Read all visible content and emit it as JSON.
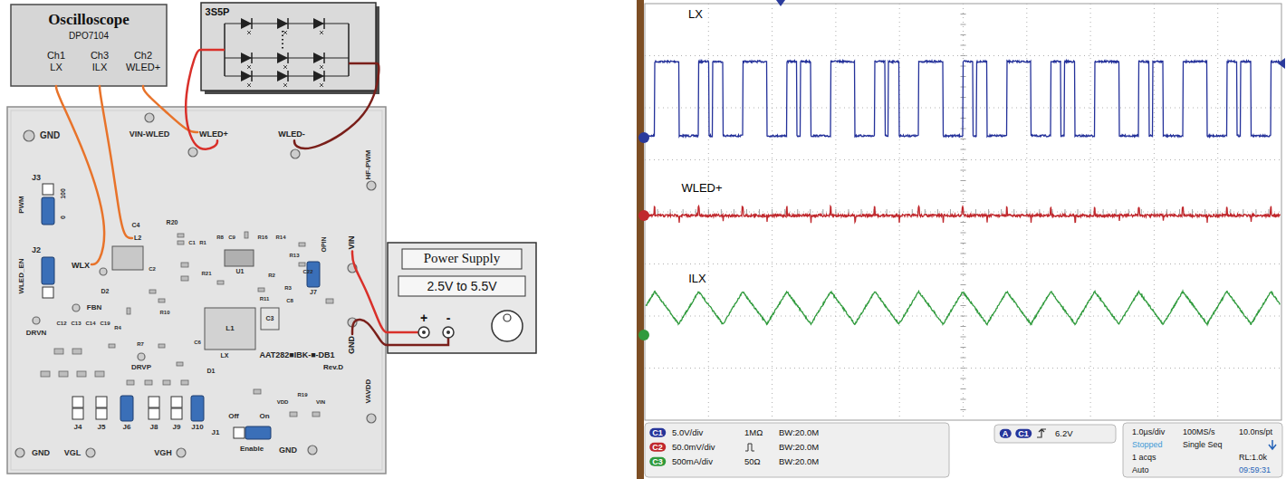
{
  "diagram": {
    "nodes": [
      {
        "text": [
          "Oscilloscope",
          "DPO7104",
          "Ch1 LX",
          "Ch3 ILX",
          "Ch2 WLED+"
        ]
      },
      {
        "text": [
          "3S5P"
        ]
      },
      {
        "text": [
          "AAT282■IBK-■-DB1",
          "Rev.D"
        ]
      },
      {
        "text": [
          "WLX"
        ],
        "in": 2
      },
      {
        "text": [
          "L2"
        ],
        "in": 2
      },
      {
        "text": [
          "WLED+"
        ],
        "in": 2
      },
      {
        "text": [
          "WLED-"
        ],
        "in": 2
      },
      {
        "text": [
          "VIN"
        ],
        "in": 2
      },
      {
        "text": [
          "GND"
        ],
        "in": 2
      },
      {
        "text": [
          "Power Supply",
          "2.5V to 5.5V",
          "+",
          "-"
        ]
      }
    ],
    "edges": [
      {
        "from": 0,
        "to": 3,
        "arrow": "none"
      },
      {
        "from": 0,
        "to": 4,
        "arrow": "none"
      },
      {
        "from": 0,
        "to": 5,
        "arrow": "none"
      },
      {
        "from": 1,
        "to": 5,
        "arrow": "none"
      },
      {
        "from": 1,
        "to": 6,
        "arrow": "none"
      },
      {
        "from": 9,
        "to": 7,
        "arrow": "none"
      },
      {
        "from": 9,
        "to": 8,
        "arrow": "none"
      }
    ],
    "labels": [
      "GND",
      "VIN-WLED",
      "HF-PWM",
      "J3",
      "100",
      "0",
      "PWM",
      "J2",
      "WLED_EN",
      "C4",
      "R20",
      "C1",
      "R1",
      "R8",
      "C9",
      "R16",
      "R14",
      "R13",
      "C22",
      "R21",
      "U1",
      "R2",
      "R3",
      "C8",
      "R11",
      "C2",
      "D2",
      "FBN",
      "R10",
      "C3",
      "L1",
      "DRVN",
      "R4",
      "C6",
      "R7",
      "LX",
      "DRVP",
      "D1",
      "C12",
      "C13",
      "C14",
      "C19",
      "J4",
      "J5",
      "J6",
      "GND",
      "VGL",
      "J8",
      "J9",
      "J10",
      "VGH",
      "Off",
      "On",
      "J1",
      "Enable",
      "GND",
      "VDD",
      "R19",
      "VIN",
      "VAVDD",
      "OPIN",
      "J7",
      "LX",
      "WLED+",
      "ILX",
      "C1",
      "5.0V/div",
      "1MΩ",
      "BW:20.0M",
      "C2",
      "50.0mV/div",
      "BW:20.0M",
      "C3",
      "500mA/div",
      "50Ω",
      "BW:20.0M",
      "A",
      "C1",
      "6.2V",
      "1.0µs/div",
      "100MS/s",
      "10.0ns/pt",
      "Stopped",
      "Single Seq",
      "1 acqs",
      "RL:1.0k",
      "Auto",
      "09:59:31"
    ]
  }
}
